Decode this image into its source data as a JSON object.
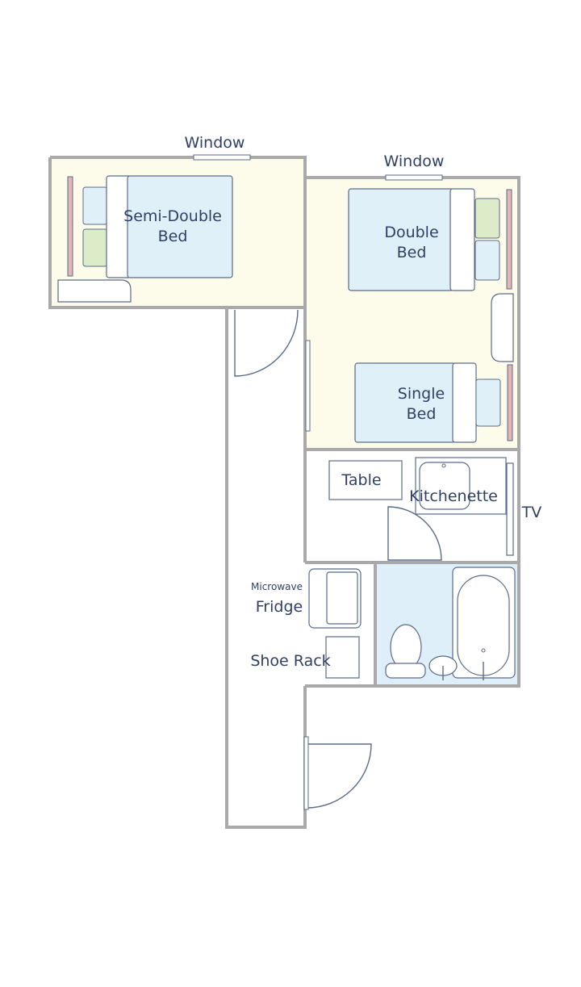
{
  "floorplan": {
    "labels": {
      "window_left": "Window",
      "window_right": "Window",
      "semi_double_bed_line1": "Semi-Double",
      "semi_double_bed_line2": "Bed",
      "double_bed_line1": "Double",
      "double_bed_line2": "Bed",
      "single_bed_line1": "Single",
      "single_bed_line2": "Bed",
      "table": "Table",
      "kitchenette": "Kitchenette",
      "tv": "TV",
      "microwave": "Microwave",
      "fridge": "Fridge",
      "shoe_rack": "Shoe Rack"
    },
    "colors": {
      "wall": "#a9a9a9",
      "room_fill": "#fdfcea",
      "bath_fill": "#deeff9",
      "bed_sheet": "#dff0f9",
      "pillow_green": "#dcecc9",
      "bed_rail": "#e3b5b5",
      "line": "#5a6b8a",
      "text": "#2f3f66"
    }
  }
}
